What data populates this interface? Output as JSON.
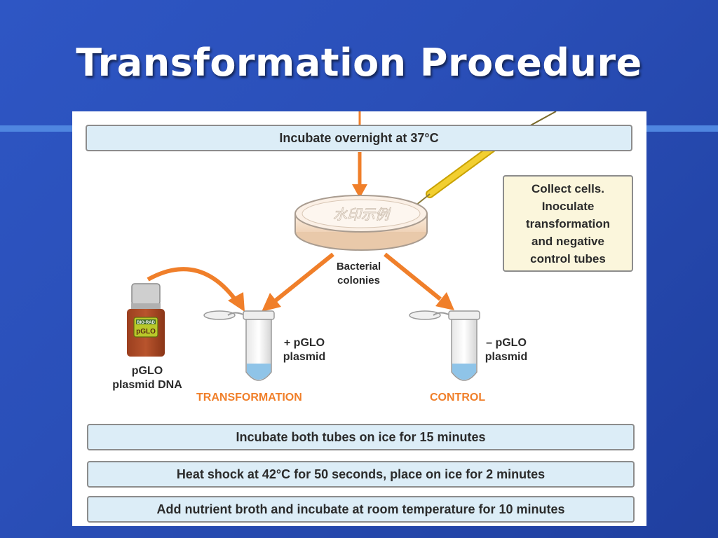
{
  "slide": {
    "title": "Transformation Procedure"
  },
  "steps": {
    "incubate_overnight": "Incubate overnight at 37°C",
    "ice": "Incubate both tubes on ice for 15 minutes",
    "heat_shock": "Heat shock at 42°C for 50 seconds, place on ice for 2 minutes",
    "broth": "Add nutrient broth and incubate at room temperature for 10 minutes"
  },
  "note": {
    "line1": "Collect cells.",
    "line2": "Inoculate",
    "line3": "transformation",
    "line4": "and negative",
    "line5": "control tubes"
  },
  "labels": {
    "colonies_1": "Bacterial",
    "colonies_2": "colonies",
    "plus_1": "+ pGLO",
    "plus_2": "plasmid",
    "minus_1": "– pGLO",
    "minus_2": "plasmid",
    "dna_1": "pGLO",
    "dna_2": "plasmid DNA",
    "transformation": "TRANSFORMATION",
    "control": "CONTROL",
    "vial_brand": "BIO-RAD",
    "vial_name": "pGLO",
    "watermark": "水印示例"
  },
  "colors": {
    "arrow": "#f07f2a",
    "step_fill": "#dcedf7",
    "note_fill": "#fbf6dc",
    "label_orange": "#f07f2a"
  }
}
